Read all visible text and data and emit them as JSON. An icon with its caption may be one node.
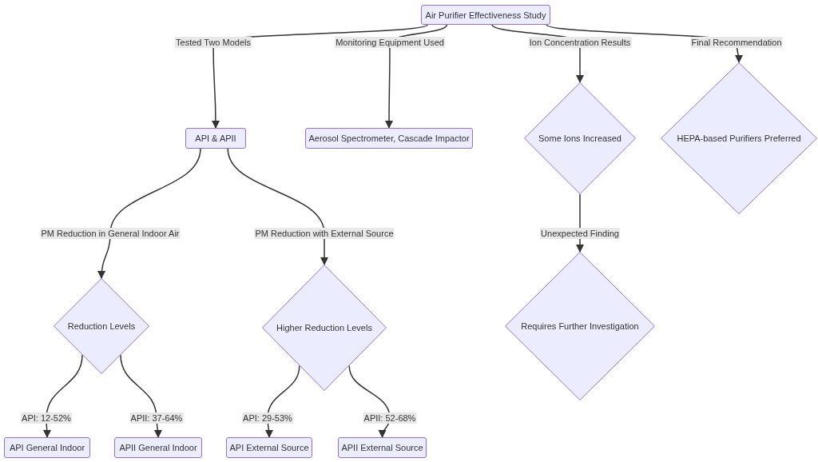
{
  "diagram": {
    "nodes": [
      {
        "text": [
          "Air Purifier Effectiveness Study"
        ]
      },
      {
        "text": [
          "API & APII"
        ]
      },
      {
        "text": [
          "Aerosol Spectrometer, Cascade Impactor"
        ]
      },
      {
        "text": [
          "Some Ions Increased"
        ]
      },
      {
        "text": [
          "HEPA-based Purifiers Preferred"
        ]
      },
      {
        "text": [
          "Reduction Levels"
        ]
      },
      {
        "text": [
          "Higher Reduction Levels"
        ]
      },
      {
        "text": [
          "Requires Further Investigation"
        ]
      },
      {
        "text": [
          "API General Indoor"
        ]
      },
      {
        "text": [
          "APII General Indoor"
        ]
      },
      {
        "text": [
          "API External Source"
        ]
      },
      {
        "text": [
          "APII External Source"
        ]
      }
    ],
    "edges": [
      {
        "from": 0,
        "to": 1,
        "arrow": "to",
        "label": "Tested Two Models"
      },
      {
        "from": 0,
        "to": 2,
        "arrow": "to",
        "label": "Monitoring Equipment Used"
      },
      {
        "from": 0,
        "to": 3,
        "arrow": "to",
        "label": "Ion Concentration Results"
      },
      {
        "from": 0,
        "to": 4,
        "arrow": "to",
        "label": "Final Recommendation"
      },
      {
        "from": 1,
        "to": 5,
        "arrow": "to",
        "label": "PM Reduction in General Indoor Air"
      },
      {
        "from": 1,
        "to": 6,
        "arrow": "to",
        "label": "PM Reduction with External Source"
      },
      {
        "from": 3,
        "to": 7,
        "arrow": "to",
        "label": "Unexpected Finding"
      },
      {
        "from": 5,
        "to": 8,
        "arrow": "to",
        "label": "API: 12-52%"
      },
      {
        "from": 5,
        "to": 9,
        "arrow": "to",
        "label": "APII: 37-64%"
      },
      {
        "from": 6,
        "to": 10,
        "arrow": "to",
        "label": "API: 29-53%"
      },
      {
        "from": 6,
        "to": 11,
        "arrow": "to",
        "label": "APII: 52-68%"
      }
    ]
  }
}
